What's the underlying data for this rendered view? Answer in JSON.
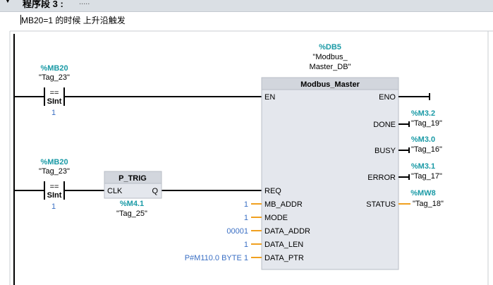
{
  "header": {
    "segment_title": "程序段 3 :",
    "segment_dots": ".....",
    "comment": "MB20=1 的时候 上升沿触发"
  },
  "contact1": {
    "addr": "%MB20",
    "tag": "\"Tag_23\"",
    "op": "==",
    "type": "SInt",
    "value": "1"
  },
  "contact2": {
    "addr": "%MB20",
    "tag": "\"Tag_23\"",
    "op": "==",
    "type": "SInt",
    "value": "1"
  },
  "ptrig": {
    "title": "P_TRIG",
    "clk": "CLK",
    "q": "Q",
    "addr": "%M4.1",
    "tag": "\"Tag_25\""
  },
  "db": {
    "addr": "%DB5",
    "name_line1": "\"Modbus_",
    "name_line2": "Master_DB\""
  },
  "block": {
    "title": "Modbus_Master",
    "inputs": [
      {
        "pin": "EN",
        "value": ""
      },
      {
        "pin": "REQ",
        "value": ""
      },
      {
        "pin": "MB_ADDR",
        "value": "1"
      },
      {
        "pin": "MODE",
        "value": "1"
      },
      {
        "pin": "DATA_ADDR",
        "value": "00001"
      },
      {
        "pin": "DATA_LEN",
        "value": "1"
      },
      {
        "pin": "DATA_PTR",
        "value": "P#M110.0 BYTE 1"
      }
    ],
    "outputs": [
      {
        "pin": "ENO",
        "addr": "",
        "tag": ""
      },
      {
        "pin": "DONE",
        "addr": "%M3.2",
        "tag": "\"Tag_19\""
      },
      {
        "pin": "BUSY",
        "addr": "%M3.0",
        "tag": "\"Tag_16\""
      },
      {
        "pin": "ERROR",
        "addr": "%M3.1",
        "tag": "\"Tag_17\""
      },
      {
        "pin": "STATUS",
        "addr": "%MW8",
        "tag": "\"Tag_18\""
      }
    ]
  },
  "colors": {
    "block_fill": "#e4e7ed",
    "block_header": "#d2d6dd",
    "wire": "#000000",
    "param_wire": "#f0a020",
    "addr_text": "#1a9aa6",
    "value_text": "#3a6fc4"
  }
}
